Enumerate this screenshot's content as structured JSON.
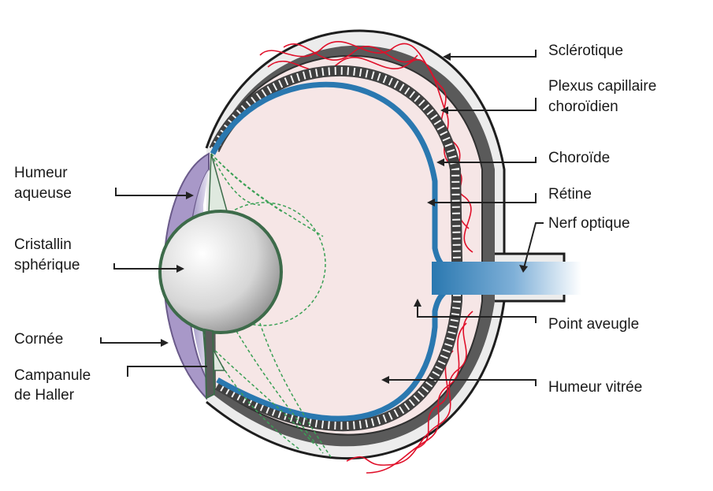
{
  "labels": {
    "sclerotique": "Sclérotique",
    "plexus_line1": "Plexus capillaire",
    "plexus_line2": "choroïdien",
    "choroide": "Choroïde",
    "retine": "Rétine",
    "nerf_optique": "Nerf optique",
    "point_aveugle": "Point aveugle",
    "humeur_vitree": "Humeur vitrée",
    "humeur_aqueuse_line1": "Humeur",
    "humeur_aqueuse_line2": "aqueuse",
    "cristallin_line1": "Cristallin",
    "cristallin_line2": "sphérique",
    "cornee": "Cornée",
    "campanule_line1": "Campanule",
    "campanule_line2": "de Haller"
  },
  "colors": {
    "sclera": "#5a5a5a",
    "sclera_light": "#cfcfcf",
    "plexus_fill": "#f6e6e6",
    "vessels": "#e0102a",
    "choroid": "#404040",
    "retina": "#2a78b0",
    "optic_nerve": "#3a86c0",
    "cornea": "#a898c8",
    "lens_stroke": "#3d6b4a",
    "zonule": "#3aa055",
    "leader": "#222222"
  }
}
